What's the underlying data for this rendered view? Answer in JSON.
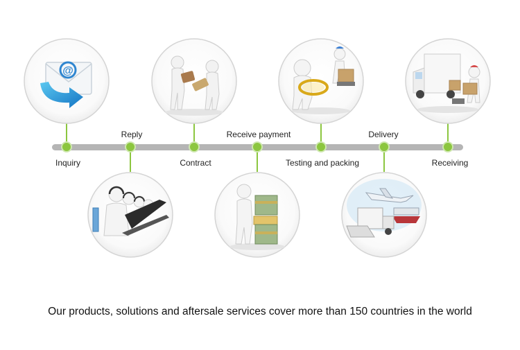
{
  "steps": {
    "inquiry": {
      "label": "Inquiry",
      "icon": "email-icon"
    },
    "reply": {
      "label": "Reply",
      "icon": "call-center-icon"
    },
    "contract": {
      "label": "Contract",
      "icon": "handshake-contract-icon"
    },
    "receive_payment": {
      "label": "Receive payment",
      "icon": "money-icon"
    },
    "testing_packing": {
      "label": "Testing and packing",
      "icon": "inspection-icon"
    },
    "delivery": {
      "label": "Delivery",
      "icon": "transport-icon"
    },
    "receiving": {
      "label": "Receiving",
      "icon": "truck-receiving-icon"
    }
  },
  "footer_text": "Our products, solutions and aftersale services cover more than 150 countries in the world",
  "colors": {
    "timeline": "#b5b5b5",
    "node": "#8cc63f",
    "connector": "#8cc63f",
    "circle_border": "#d4d4d4"
  }
}
